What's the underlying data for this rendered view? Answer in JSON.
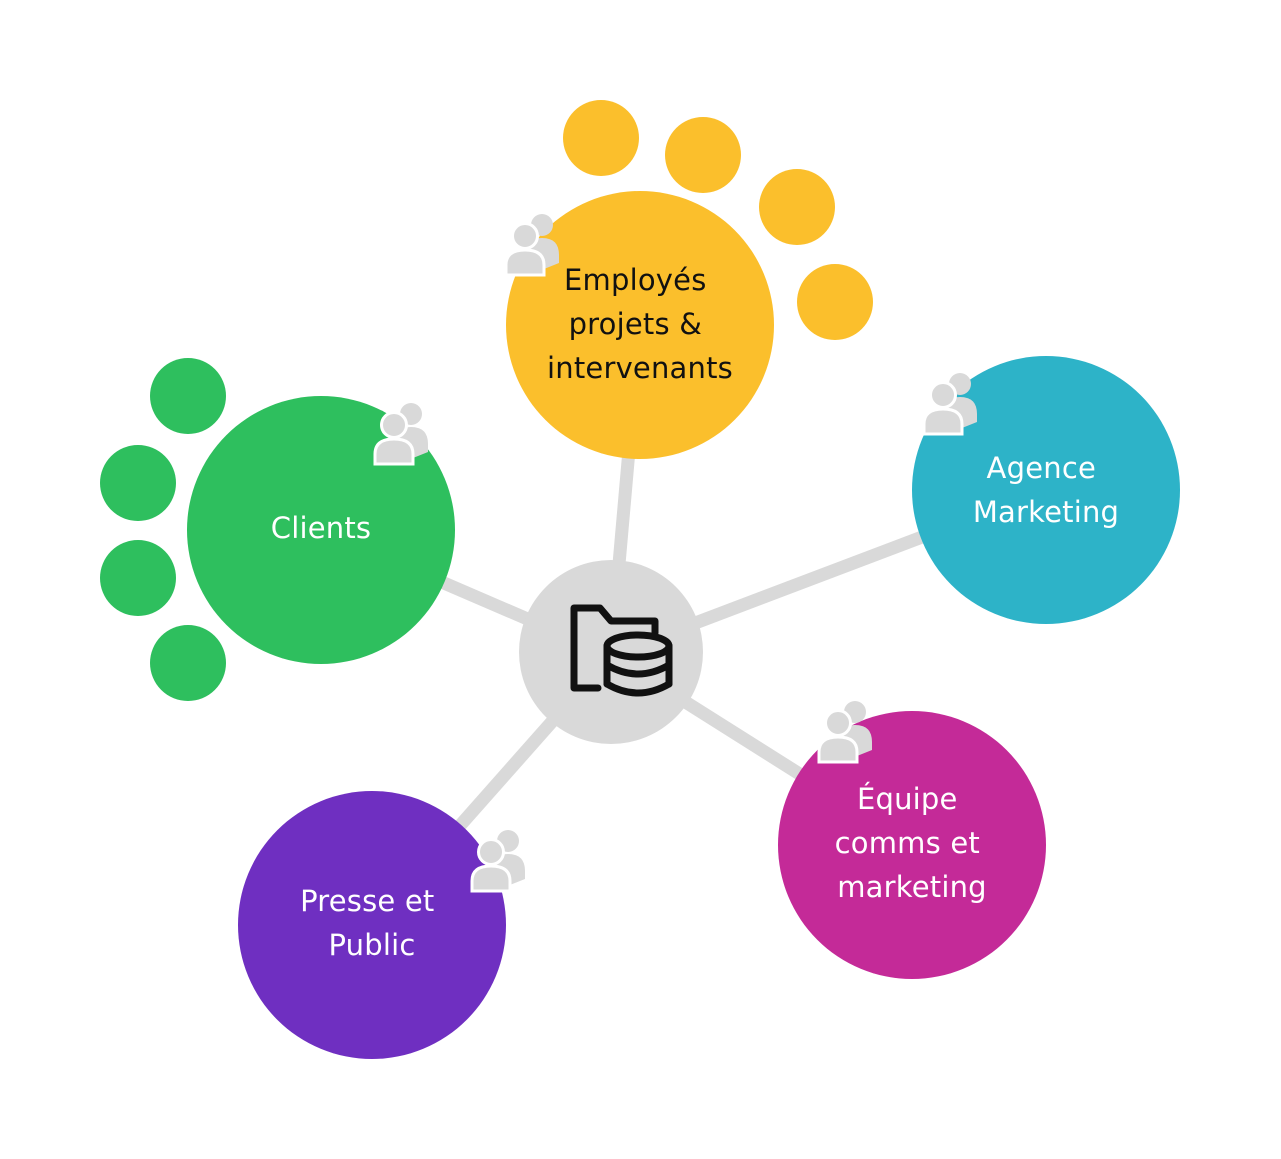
{
  "colors": {
    "hub": "#d9d9d9",
    "connector": "#d9d9d9",
    "people_icon": "#d9d9d9",
    "hub_icon": "#111111"
  },
  "hub": {
    "icon": "folder-database-icon"
  },
  "nodes": [
    {
      "id": "employes",
      "lines": [
        "Employés",
        "projets &",
        "intervenants"
      ],
      "color": "#fbbf2c",
      "text_color": "#111111",
      "icon": "people-icon",
      "satellites": 4
    },
    {
      "id": "agence",
      "lines": [
        "Agence",
        "Marketing"
      ],
      "color": "#2db3c8",
      "text_color": "#ffffff",
      "icon": "people-icon",
      "satellites": 0
    },
    {
      "id": "equipe",
      "lines": [
        "Équipe",
        "comms et",
        "marketing"
      ],
      "color": "#c42a98",
      "text_color": "#ffffff",
      "icon": "people-icon",
      "satellites": 0
    },
    {
      "id": "presse",
      "lines": [
        "Presse et",
        "Public"
      ],
      "color": "#6f2fc1",
      "text_color": "#ffffff",
      "icon": "people-icon",
      "satellites": 0
    },
    {
      "id": "clients",
      "lines": [
        "Clients"
      ],
      "color": "#2ebf5e",
      "text_color": "#ffffff",
      "icon": "people-icon",
      "satellites": 4
    }
  ]
}
